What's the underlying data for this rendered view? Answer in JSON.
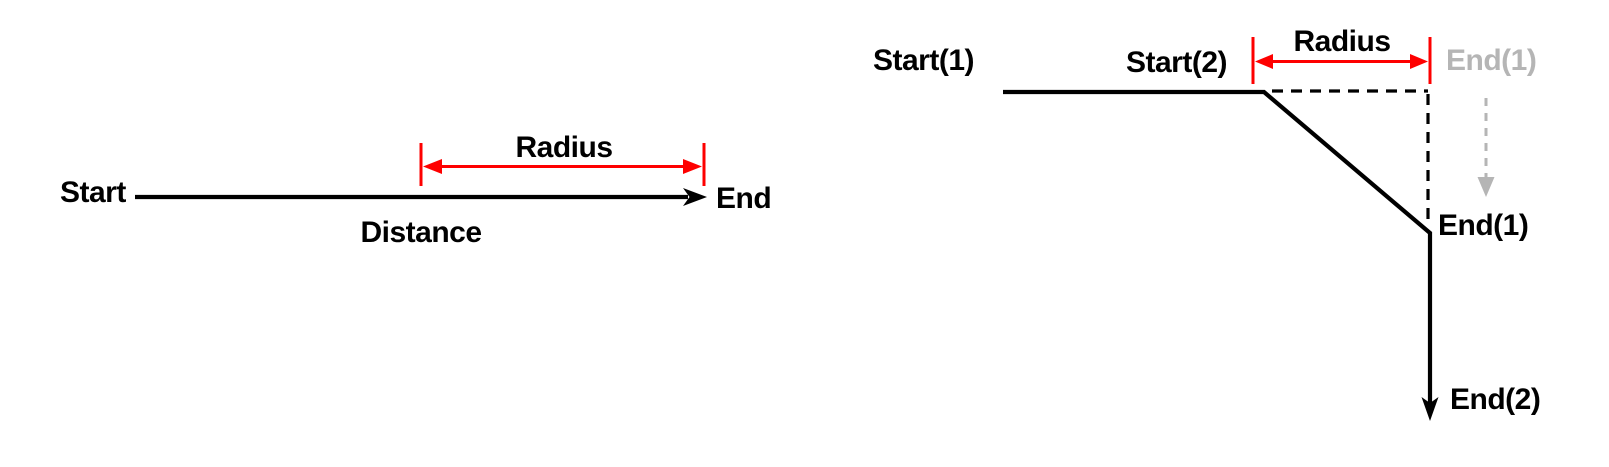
{
  "colors": {
    "line_black": "#000000",
    "measure_red": "#fe0000",
    "ghost_gray": "#b5b5b5",
    "background": "#ffffff"
  },
  "left_diagram": {
    "start_label": "Start",
    "end_label": "End",
    "distance_label": "Distance",
    "radius_label": "Radius"
  },
  "right_diagram": {
    "start1_label": "Start(1)",
    "start2_label": "Start(2)",
    "radius_label": "Radius",
    "ghost_end1_label": "End(1)",
    "end1_label": "End(1)",
    "end2_label": "End(2)"
  }
}
